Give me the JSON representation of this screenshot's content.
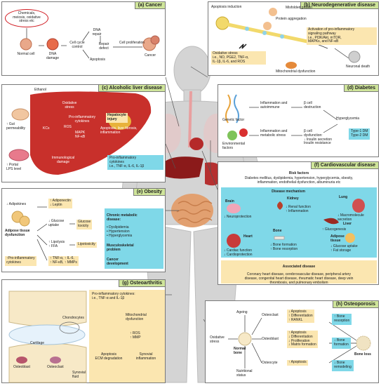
{
  "colors": {
    "title_bg": "#cfe59a",
    "yellow_box": "#fbe6b0",
    "cyan_box": "#7fd8e8",
    "liver": "#c8302b",
    "body_gray": "#cfcfcf",
    "red_outline": "#d0191f"
  },
  "cancer": {
    "title": "(a) Cancer",
    "trigger": "Chemicals,\nmeiosis, oxidative\nstress etc",
    "normal_cell": "Normal cell",
    "dna_damage": "DNA\ndamage",
    "dna_repair": "DNA\nrepair",
    "cell_cycle": "Cell cycle\ncontrol",
    "repair_defect": "Repair\ndefect",
    "apoptosis": "Apoptosis",
    "proliferation": "Cell proliferation",
    "cancer_label": "Cancer"
  },
  "neuro": {
    "title": "(b) Neurodegenerative\ndisease",
    "apoptosis_induction": "Apoptosis induction",
    "misfolded": "Misfolded protein",
    "aggregation": "Protein aggregation",
    "activation": "Activation of pro-inflammatory\nsignaling pathway\ni.e., PI3K/Akt, mTOR,\nMAPKs, and NF-κB",
    "oxidative": "Oxidative stress\ni.e., NO, PGE2, TNF-α,\nIL-1β, IL-6, and ROS",
    "mito": "Mitochondrial dysfunction",
    "death": "Neuronal death"
  },
  "liver": {
    "title": "(c) Alcoholic liver disease",
    "ethanol": "Ethanol",
    "gut": "↑ Gut\npermeability",
    "lps": "↑ Portal\nLPS level",
    "oxidative": "Oxidative\nstress",
    "cytokines": "Pro-inflammatory\ncytokines",
    "kcs": "KCs",
    "ros": "ROS",
    "mapk": "MAPK\nNF-κB",
    "immuno": "Immunological\ndamage",
    "hepatocyte": "Hepatocyte\ninjury",
    "outcomes": "Apoptosis, liver fibrosis,\ninflammation",
    "cyan": "Pro-inflammatory\ncytokines\ni.e., TNF-α, IL-6, IL-1β"
  },
  "diabetes": {
    "title": "(d) Diabetes",
    "genetic": "Genetic factor",
    "env": "Environmental\nfactors",
    "inflam_auto": "Inflammation and\nautoimmune",
    "beta_destruction": "β cell\ndestruction",
    "inflam_meta": "Inflammation and\nmetabolic stress",
    "hyperglycemia": "Hyperglycemia",
    "beta_dysfunction": "β cell\ndysfunction:\n↓ Insulin secretion\n  Insulin resistance",
    "types": "Type-1 DM\nType-2 DM"
  },
  "obesity": {
    "title": "(e) Obesity",
    "adipokines": "↓ Adipokines",
    "adiponectin": "↑ Adiponectin\n↓ Leptin",
    "adipose": "Adipose tissue\ndysfunction",
    "glucose_uptake": "↓ Glucose\nuptake",
    "glucose_tox": "Glucose\ntoxicity",
    "lipolysis": "↑ Lipolysis\n↑ FFA",
    "lipotox": "Lipotoxicity",
    "cytokines": "↑Pro-inflammatory\ncytokines",
    "tnf": "↑ TNF-α, ↑ IL-6,\n↑ NF-κB, ↑ MMPs",
    "chronic": "Chronic metabolic\ndisease:",
    "chronic_list": "• Dyslipidemia\n• Hypertension\n• Hyperglycemia",
    "msk": "Musculoskeletal\nproblem",
    "cancer_dev": "Cancer\ndevelopment"
  },
  "cardio": {
    "title": "(f) Cardiovascular disease",
    "risk_head": "Risk factors",
    "risk": "Diabetes mellitus, dyslipidemia, hypertension, hyperglycemia, obesity,\ninflammation, endothelial dysfunction, albuminuria etc",
    "mechanism": "Disease mechanism",
    "brain": "Brain",
    "neuroprotection": "↓ Neuroprotection",
    "kidney": "Kidney",
    "renal": "↓ Renal function\n↑ Inflammation",
    "lung": "Lung",
    "macromolecule": "↓ Macromolecule\nsecretion",
    "liver": "Liver",
    "gluconeo": "↑ Glucogenesis",
    "heart": "Heart",
    "cardiac": "↓ Cardiac function\n↓ Cardioprotection",
    "bone": "Bone",
    "bone_effects": "↓ Bone formation\n↑ Bone resorption",
    "adipose": "Adipose\ntissue",
    "adipose_effects": "↓ Glucose uptake\n↑ Fat storage",
    "assoc_head": "Associated disease",
    "assoc": "Coronary heart disease, cerebrovascular disease, peripheral artery\ndisease, congenital heart disease, rheumatic heart disease, deep vein\nthrombosis, and pulmonary embolism"
  },
  "oa": {
    "title": "(g) Osteoarthritis",
    "cytokines": "Pro-inflammatory cytokines:\ni.e., TNF-α and IL-1β",
    "mito": "Mitochondrial\ndysfunction",
    "ros": "↑ ROS\n↑ MMP",
    "apoptosis": "Apoptosis\nECM degradation",
    "synovial_inflam": "Synovial\ninflammation",
    "cartilage": "Cartilage",
    "chondrocytes": "Chondrocytes",
    "osteoblast": "Osteoblast",
    "osteoclast": "Osteoclast",
    "synovial_fluid": "Synovial\nfluid"
  },
  "osteo": {
    "title": "(h) Osteoporosis",
    "ageing": "Ageing",
    "oxidative": "Oxidative\nstress",
    "normal_bone": "Normal\nbone",
    "nutritional": "Nutritional\nstatus",
    "osteoclast": "Osteoclast",
    "osteoblast": "Osteoblast",
    "osteocyte": "Osteocyte",
    "clast_effects": "↓ Apoptosis\n↑ Differentiation\n↑ RANKL",
    "blast_effects": "↑ Apoptosis\n↓ Differentiation\n↓ Proliferation\n↓ Matrix formation",
    "cyte_effects": "↑ Apoptosis",
    "resorption": "↑ Bone\nresorption",
    "formation": "↓ Bone\nformation",
    "remodeling": "↓ Bone\nremodeling",
    "loss": "Bone loss"
  }
}
